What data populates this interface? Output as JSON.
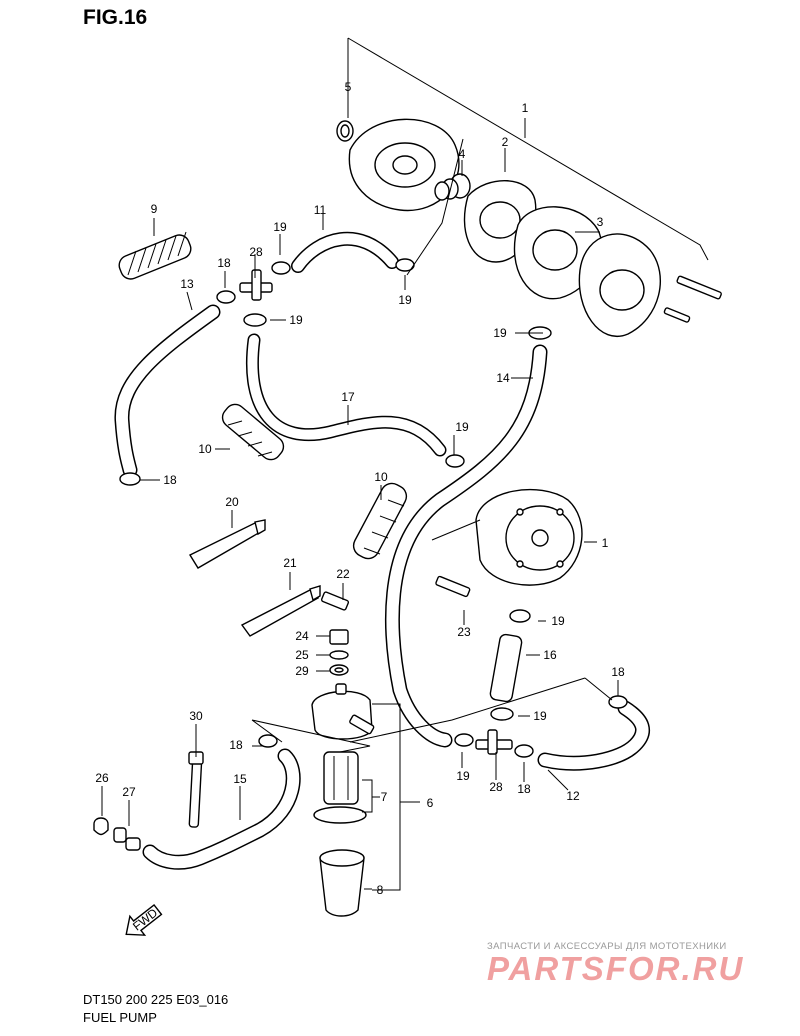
{
  "figure": {
    "title": "FIG.16",
    "model_code": "DT150 200 225 E03_016",
    "caption": "FUEL PUMP"
  },
  "watermark": {
    "tagline": "ЗАПЧАСТИ И АКСЕССУАРЫ ДЛЯ МОТОТЕХНИКИ",
    "logo": "PARTSFOR.RU"
  },
  "fwd_arrow": {
    "label": "FWD"
  },
  "callouts": {
    "c1_top": "1",
    "c1_mid": "1",
    "c2": "2",
    "c3": "3",
    "c4": "4",
    "c5": "5",
    "c6": "6",
    "c7": "7",
    "c8": "8",
    "c9": "9",
    "c10_a": "10",
    "c10_b": "10",
    "c11": "11",
    "c12": "12",
    "c13": "13",
    "c14": "14",
    "c15": "15",
    "c16": "16",
    "c17": "17",
    "c18_a": "18",
    "c18_b": "18",
    "c18_c": "18",
    "c18_d": "18",
    "c18_e": "18",
    "c19_a": "19",
    "c19_b": "19",
    "c19_c": "19",
    "c19_d": "19",
    "c19_e": "19",
    "c19_f": "19",
    "c19_g": "19",
    "c19_h": "19",
    "c20": "20",
    "c21": "21",
    "c22": "22",
    "c23": "23",
    "c24": "24",
    "c25": "25",
    "c26": "26",
    "c27": "27",
    "c28_a": "28",
    "c28_b": "28",
    "c29": "29",
    "c30": "30"
  }
}
